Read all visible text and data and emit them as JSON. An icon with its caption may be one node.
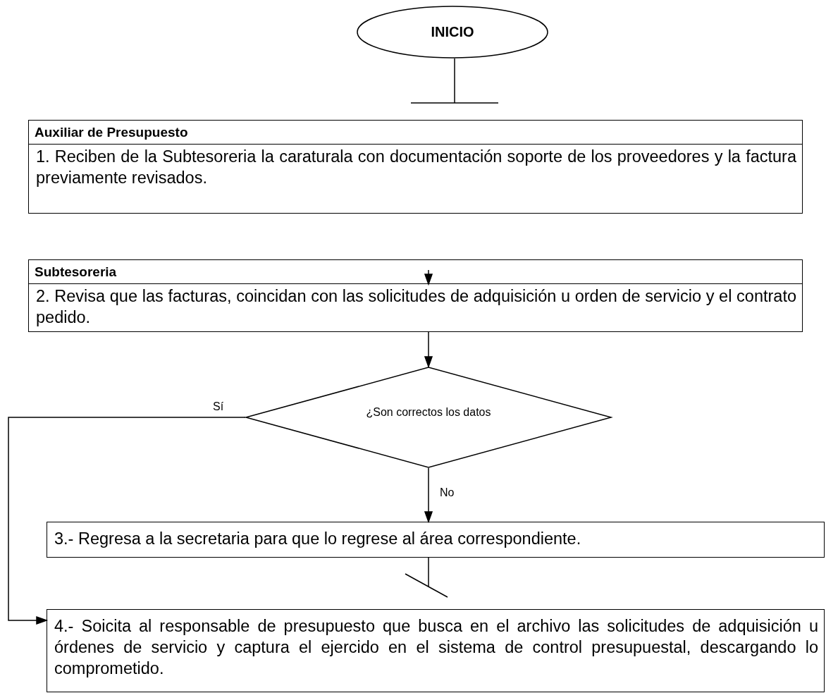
{
  "diagram": {
    "nodes": [
      {
        "text": [
          "INICIO"
        ]
      },
      {
        "text": [
          "Auxiliar de Presupuesto",
          "1. Reciben de la Subtesoreria la caraturala con documentación soporte de los proveedores y la factura previamente revisados."
        ]
      },
      {
        "text": [
          "Subtesoreria",
          "2. Revisa que las facturas, coincidan con las solicitudes de adquisición u orden de servicio y el contrato pedido."
        ]
      },
      {
        "text": [
          "¿Son correctos los datos"
        ]
      },
      {
        "text": [
          "3.- Regresa a la secretaria para que lo regrese al área correspondiente."
        ]
      },
      {
        "text": [
          "4.- Soicita al responsable de presupuesto que busca en el archivo las solicitudes de adquisición u órdenes de servicio y captura el ejercido en el sistema de control presupuestal, descargando lo comprometido."
        ]
      }
    ],
    "edges": [
      {
        "from": 0,
        "to": 1,
        "arrow": "other"
      },
      {
        "from": null,
        "to": 2,
        "arrow": "to"
      },
      {
        "from": 2,
        "to": 3,
        "arrow": "to"
      },
      {
        "from": 3,
        "to": 4,
        "arrow": "to",
        "label": "No"
      },
      {
        "from": 3,
        "to": 5,
        "arrow": "to",
        "label": "Sí"
      },
      {
        "from": 4,
        "to": null,
        "arrow": "other"
      }
    ]
  }
}
